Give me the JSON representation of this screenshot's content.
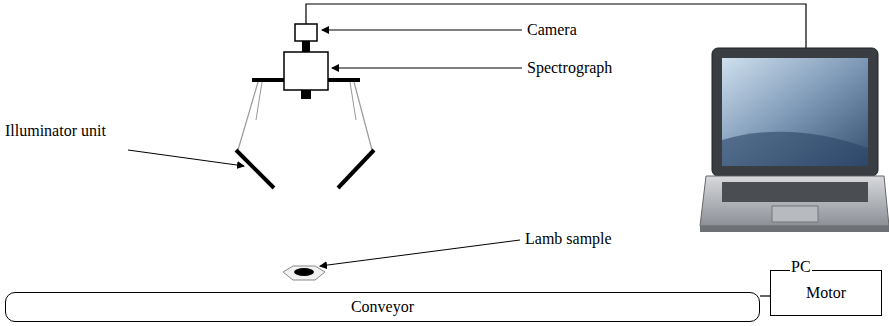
{
  "diagram": {
    "nodes": [
      {
        "text": [
          "Conveyor"
        ]
      },
      {
        "text": [
          "Motor"
        ]
      }
    ],
    "edges": [
      {
        "from": 0,
        "to": 1,
        "arrow": "none"
      }
    ],
    "labels": [
      "Camera",
      "Spectrograph",
      "Illuminator unit",
      "Lamb sample",
      "PC"
    ]
  }
}
